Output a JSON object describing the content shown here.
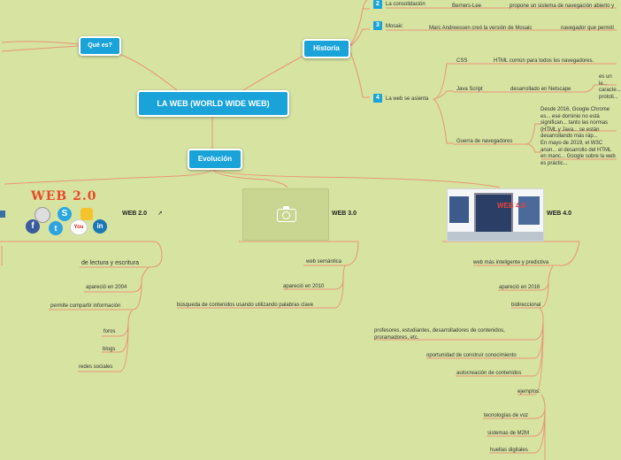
{
  "central": {
    "label": "LA WEB (WORLD WIDE WEB)"
  },
  "que_es": {
    "label": "Qué es?"
  },
  "historia": {
    "label": "Historia",
    "items": [
      {
        "num": "2",
        "label": "La consolidación",
        "sub": "Berners-Lee",
        "detail": "propone un sistema de navegación abierto y"
      },
      {
        "num": "3",
        "label": "Mosaic",
        "sub": "Marc Andreessen creó la versión de Mosaic",
        "detail": "navegador que permití"
      },
      {
        "num": "4",
        "label": "La web se asienta"
      }
    ],
    "asienta": {
      "css": "CSS",
      "css_detail": "HTML común para todos los navegadores.",
      "js": "Java Script",
      "js_detail": "desarrollado en Netscape",
      "js_note": "es un le... caracte... prototi...",
      "guerra": "Guerra de navegadores",
      "guerra_1": "Desde 2016, Google Chrome es... ese dominio no está significan... tanto las normas (HTML y Java... se están desarrollando más ráp...",
      "guerra_2": "En mayo de 2019, el W3C anun... el desarrollo del HTML en manc... Google sobre la web es práctic..."
    }
  },
  "evolucion": {
    "label": "Evolución"
  },
  "web20": {
    "title": "WEB 2.0",
    "logo_text": "WEB 2.0",
    "main": "de lectura y escritura",
    "items": [
      "apareció en 2004",
      "permite compartir información"
    ],
    "sub_items": [
      "foros",
      "blogs",
      "redes sociales"
    ]
  },
  "web30": {
    "title": "WEB 3.0",
    "main": "web semántica",
    "items": [
      "apareció en 2010",
      "búsqueda de contenidos usando utilizando palabras clave"
    ]
  },
  "web40": {
    "title": "WEB 4.0",
    "image_text": "WEB 4.0",
    "main": "web más inteligente y predictiva",
    "items": [
      "apareció en 2016",
      "bidireccional"
    ],
    "bidir_items": [
      "profesores, estudiantes, desarrolladores de contenidos, proramadores, etc.",
      "oportunidad de construir conocimiento",
      "autocreación de contenidos",
      "ejemplos:"
    ],
    "ejemplos": [
      "tecnologías de voz",
      "sistemas de M2M",
      "huellas digitales"
    ]
  },
  "colors": {
    "line": "#e9957a",
    "bubble": "#1aa3d9",
    "background": "#d6e3a1"
  }
}
